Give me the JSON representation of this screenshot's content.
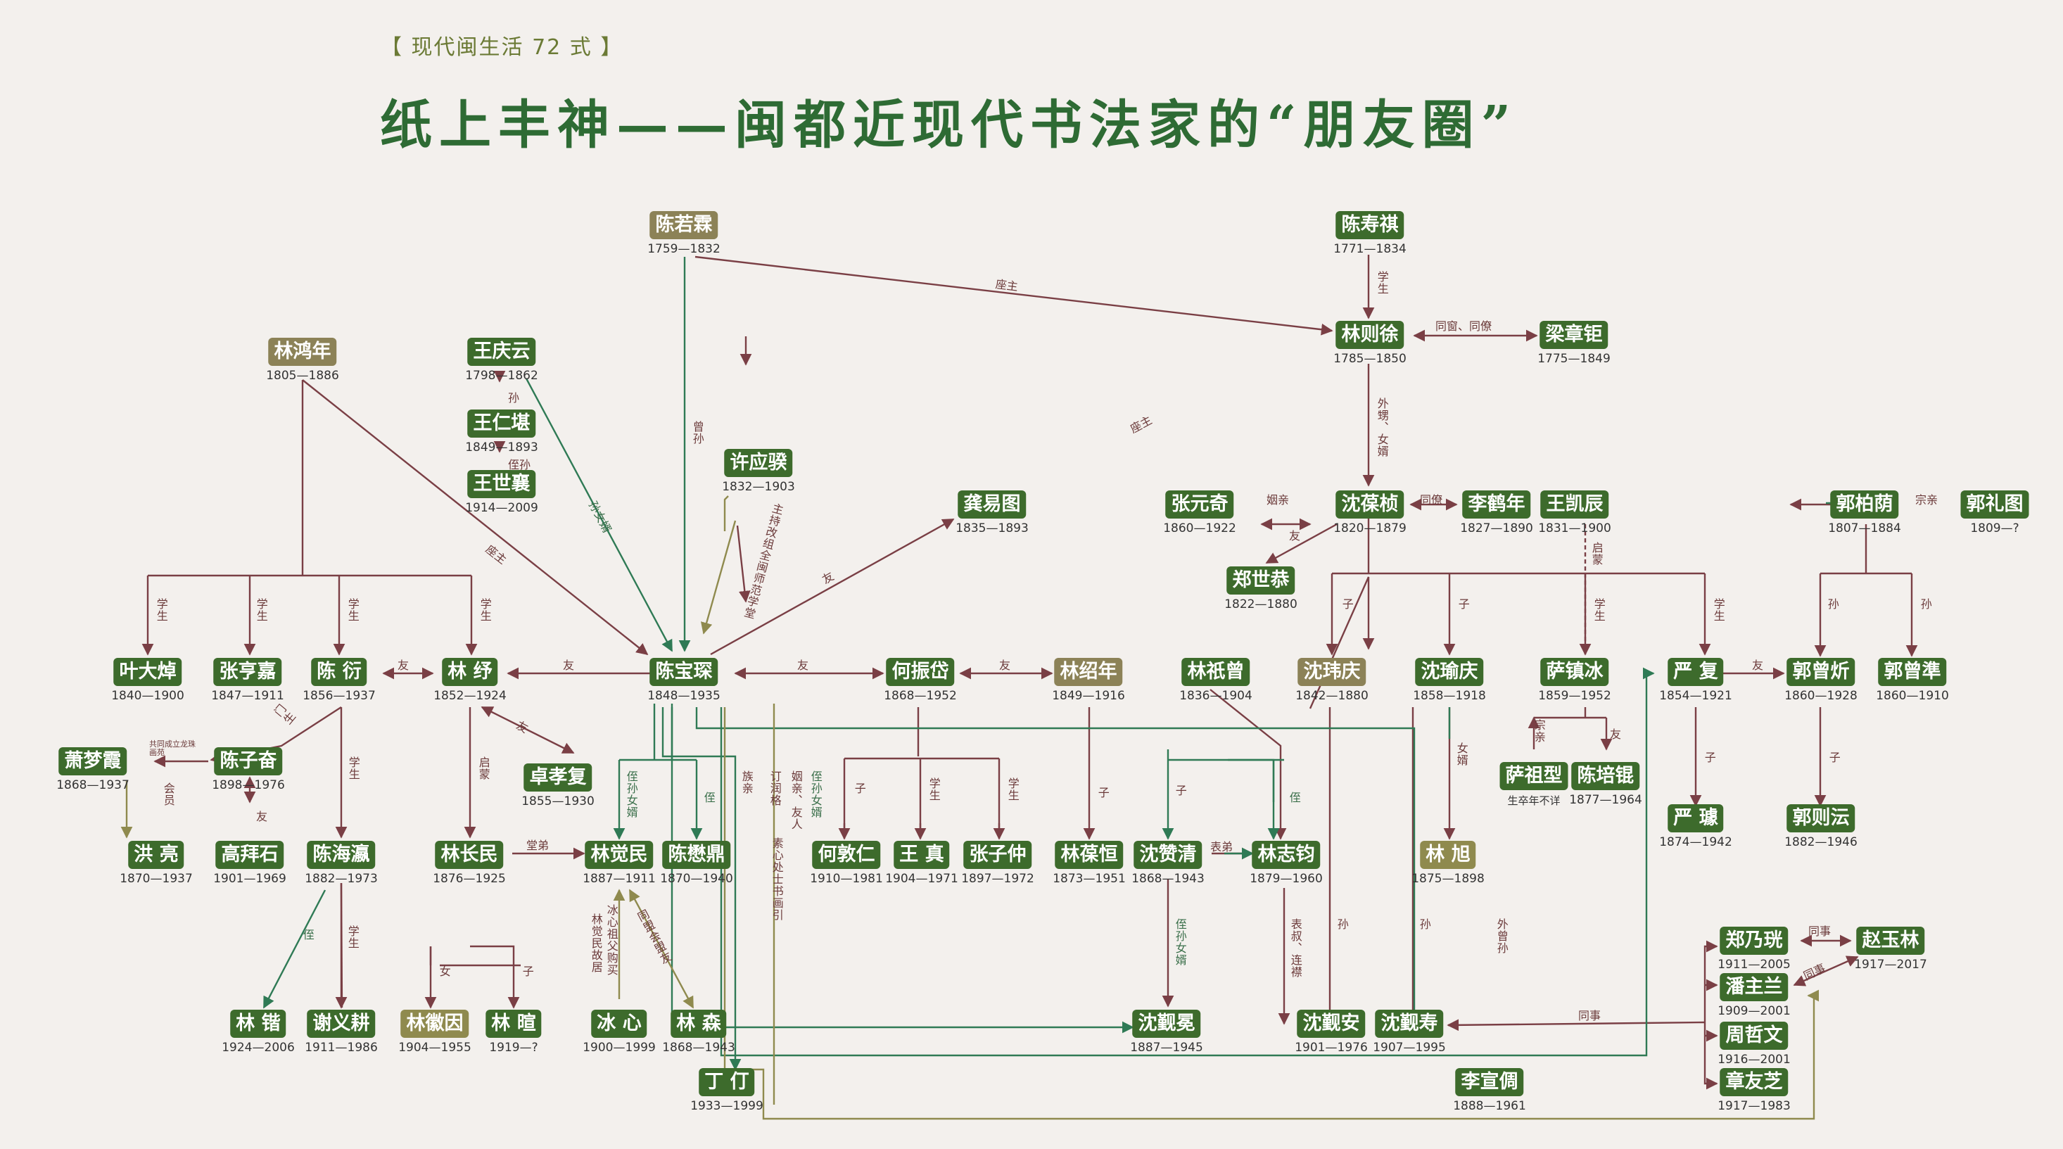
{
  "header": {
    "series": "【 现代闽生活 72 式 】",
    "title": "纸上丰神——闽都近现代书法家的“朋友圈”"
  },
  "colors": {
    "node": "#3d6b2c",
    "node_tan": "#8c8257",
    "line_brown": "#7a3f45",
    "line_green": "#2f7a55",
    "line_olive": "#8f8a4e",
    "title": "#2e6b34"
  },
  "people": [
    {
      "id": "chenruolin",
      "name": "陈若霖",
      "years": "1759—1832",
      "style": "tan"
    },
    {
      "id": "chenshouqi",
      "name": "陈寿祺",
      "years": "1771—1834"
    },
    {
      "id": "linzexu",
      "name": "林则徐",
      "years": "1785—1850"
    },
    {
      "id": "liangzhangju",
      "name": "梁章钜",
      "years": "1775—1849"
    },
    {
      "id": "linhongnian",
      "name": "林鸿年",
      "years": "1805—1886",
      "style": "tan"
    },
    {
      "id": "wangqingyun",
      "name": "王庆云",
      "years": "1798—1862"
    },
    {
      "id": "wangrenkan",
      "name": "王仁堪",
      "years": "1849—1893"
    },
    {
      "id": "wangshixiang",
      "name": "王世襄",
      "years": "1914—2009"
    },
    {
      "id": "xuyingkui",
      "name": "许应骙",
      "years": "1832—1903"
    },
    {
      "id": "gongyitu",
      "name": "龚易图",
      "years": "1835—1893"
    },
    {
      "id": "zhangyuanqi",
      "name": "张元奇",
      "years": "1860—1922"
    },
    {
      "id": "shenbaozhen",
      "name": "沈葆桢",
      "years": "1820—1879"
    },
    {
      "id": "lihenian",
      "name": "李鹤年",
      "years": "1827—1890"
    },
    {
      "id": "wangkaichen",
      "name": "王凯辰",
      "years": "1831—1900"
    },
    {
      "id": "guobaiyin",
      "name": "郭柏荫",
      "years": "1807—1884"
    },
    {
      "id": "guolitu",
      "name": "郭礼图",
      "years": "1809—?"
    },
    {
      "id": "zhengshigong",
      "name": "郑世恭",
      "years": "1822—1880"
    },
    {
      "id": "yedazhuo",
      "name": "叶大焯",
      "years": "1840—1900"
    },
    {
      "id": "zhangxiangjia",
      "name": "张亨嘉",
      "years": "1847—1911"
    },
    {
      "id": "chenyan",
      "name": "陈 衍",
      "years": "1856—1937"
    },
    {
      "id": "linshu",
      "name": "林 纾",
      "years": "1852—1924"
    },
    {
      "id": "chenbaochen",
      "name": "陈宝琛",
      "years": "1848—1935"
    },
    {
      "id": "hezhendai",
      "name": "何振岱",
      "years": "1868—1952"
    },
    {
      "id": "linshaonian",
      "name": "林绍年",
      "years": "1849—1916",
      "style": "tan"
    },
    {
      "id": "linzhizeng",
      "name": "林祇曾",
      "years": "1836—1904"
    },
    {
      "id": "shenweiqing",
      "name": "沈玮庆",
      "years": "1842—1880",
      "style": "tan"
    },
    {
      "id": "shenyuqing",
      "name": "沈瑜庆",
      "years": "1858—1918"
    },
    {
      "id": "sazhenbing",
      "name": "萨镇冰",
      "years": "1859—1952"
    },
    {
      "id": "yanfu",
      "name": "严 复",
      "years": "1854—1921"
    },
    {
      "id": "guozengxin",
      "name": "郭曾炘",
      "years": "1860—1928"
    },
    {
      "id": "guozengzhun",
      "name": "郭曾準",
      "years": "1860—1910"
    },
    {
      "id": "xiaomengxia",
      "name": "萧梦霞",
      "years": "1868—1937"
    },
    {
      "id": "chenzifen",
      "name": "陈子奋",
      "years": "1898—1976"
    },
    {
      "id": "zhuoxiaofu",
      "name": "卓孝复",
      "years": "1855—1930"
    },
    {
      "id": "sazuxing",
      "name": "萨祖型",
      "years": "生卒年不详"
    },
    {
      "id": "chenpeikun",
      "name": "陈培锟",
      "years": "1877—1964"
    },
    {
      "id": "yanqu",
      "name": "严 璩",
      "years": "1874—1942"
    },
    {
      "id": "guozeyun",
      "name": "郭则沄",
      "years": "1882—1946"
    },
    {
      "id": "honggang",
      "name": "洪 亮",
      "years": "1870—1937"
    },
    {
      "id": "gaobaishi",
      "name": "高拜石",
      "years": "1901—1969"
    },
    {
      "id": "chenhaiying",
      "name": "陈海瀛",
      "years": "1882—1973"
    },
    {
      "id": "linchangmin",
      "name": "林长民",
      "years": "1876—1925"
    },
    {
      "id": "linjuemin",
      "name": "林觉民",
      "years": "1887—1911"
    },
    {
      "id": "chenmouding",
      "name": "陈懋鼎",
      "years": "1870—1940"
    },
    {
      "id": "hedunren",
      "name": "何敦仁",
      "years": "1910—1981"
    },
    {
      "id": "wangzhen",
      "name": "王 真",
      "years": "1904—1971"
    },
    {
      "id": "zhangzizhong",
      "name": "张子仲",
      "years": "1897—1972"
    },
    {
      "id": "linbaoheng",
      "name": "林葆恒",
      "years": "1873—1951"
    },
    {
      "id": "shenzanqing",
      "name": "沈赞清",
      "years": "1868—1943"
    },
    {
      "id": "linzhijun",
      "name": "林志钧",
      "years": "1879—1960"
    },
    {
      "id": "linxu",
      "name": "林 旭",
      "years": "1875—1898",
      "style": "olive"
    },
    {
      "id": "linkai",
      "name": "林 锴",
      "years": "1924—2006"
    },
    {
      "id": "xieyigeng",
      "name": "谢义耕",
      "years": "1911—1986"
    },
    {
      "id": "linhuiyin",
      "name": "林徽因",
      "years": "1904—1955",
      "style": "olive"
    },
    {
      "id": "linxuan",
      "name": "林 暄",
      "years": "1919—?"
    },
    {
      "id": "bingxin",
      "name": "冰 心",
      "years": "1900—1999"
    },
    {
      "id": "linsen",
      "name": "林 森",
      "years": "1868—1943"
    },
    {
      "id": "dingyu",
      "name": "丁 仃",
      "years": "1933—1999"
    },
    {
      "id": "shenjimi",
      "name": "沈觐冕",
      "years": "1887—1945"
    },
    {
      "id": "shenjian",
      "name": "沈觐安",
      "years": "1901—1976"
    },
    {
      "id": "shenjishou",
      "name": "沈觐寿",
      "years": "1907—1995"
    },
    {
      "id": "lixuanqiu",
      "name": "李宣倜",
      "years": "1888—1961"
    },
    {
      "id": "zhengnaiguang",
      "name": "郑乃珖",
      "years": "1911—2005"
    },
    {
      "id": "zhaoyulin",
      "name": "赵玉林",
      "years": "1917—2017"
    },
    {
      "id": "panzhulan",
      "name": "潘主兰",
      "years": "1909—2001"
    },
    {
      "id": "zhouzhewen",
      "name": "周哲文",
      "years": "1916—2001"
    },
    {
      "id": "zhangyouzhi",
      "name": "章友芝",
      "years": "1917—1983"
    }
  ],
  "relations": [
    {
      "text": "学生"
    },
    {
      "text": "同窗、同僚"
    },
    {
      "text": "外甥、女婿"
    },
    {
      "text": "孙"
    },
    {
      "text": "侄孙"
    },
    {
      "text": "曾孙"
    },
    {
      "text": "宗亲"
    },
    {
      "text": "座主"
    },
    {
      "text": "姻亲"
    },
    {
      "text": "同僚"
    },
    {
      "text": "友"
    },
    {
      "text": "启蒙"
    },
    {
      "text": "子"
    },
    {
      "text": "女婿"
    },
    {
      "text": "堂弟"
    },
    {
      "text": "侄"
    },
    {
      "text": "表弟"
    },
    {
      "text": "表叔、连襟"
    },
    {
      "text": "女"
    },
    {
      "text": "外曾孙"
    },
    {
      "text": "同事"
    },
    {
      "text": "共同成立龙珠画苑"
    },
    {
      "text": "会员"
    },
    {
      "text": "主持改组全闽师范学堂"
    },
    {
      "text": "门生"
    },
    {
      "text": "孙女婿"
    },
    {
      "text": "侄孙女婿"
    },
    {
      "text": "姻亲、友人"
    },
    {
      "text": "订润格"
    },
    {
      "text": "素心处士书画引"
    },
    {
      "text": "族亲"
    },
    {
      "text": "林觉民故居"
    },
    {
      "text": "冰心祖父购买"
    },
    {
      "text": "同盟会盟友"
    },
    {
      "text": "生卒年不详"
    }
  ]
}
